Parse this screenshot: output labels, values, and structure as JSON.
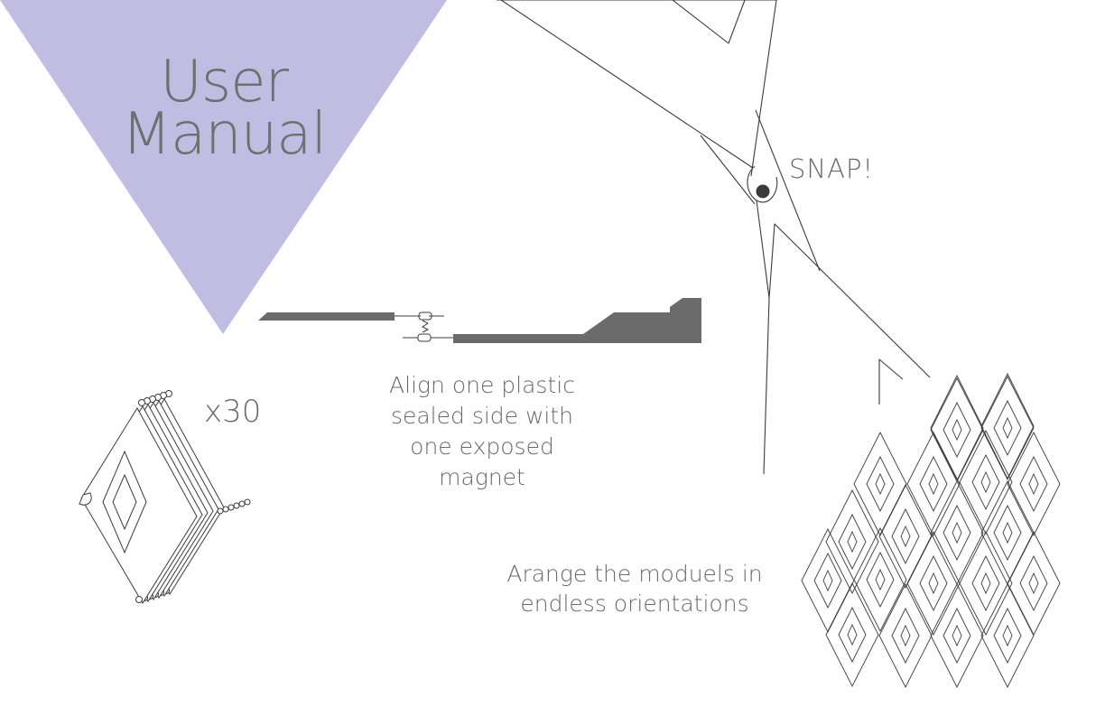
{
  "title": {
    "line1": "User",
    "line2": "Manual"
  },
  "snap_label": "SNAP!",
  "module_count": "x30",
  "align_caption": {
    "line1": "Align one plastic",
    "line2": "sealed side with",
    "line3": "one exposed",
    "line4": "magnet"
  },
  "arrange_caption": {
    "line1": "Arange the moduels in",
    "line2": "endless orientations"
  },
  "colors": {
    "title_triangle": "#c0bce2",
    "text": "#6a6a6a",
    "line": "#3c3c3c",
    "magnet_strip": "#6b6b6b",
    "background": "#ffffff"
  }
}
